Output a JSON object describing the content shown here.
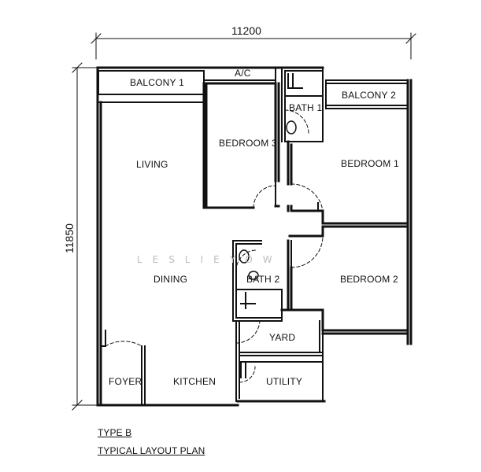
{
  "dimensions": {
    "width_label": "11200",
    "height_label": "11850"
  },
  "rooms": {
    "balcony_1": "BALCONY 1",
    "ac": "A/C",
    "bath_1": "BATH 1",
    "balcony_2": "BALCONY 2",
    "bedroom_3": "BEDROOM 3",
    "living": "LIVING",
    "bedroom_1": "BEDROOM 1",
    "dining": "DINING",
    "bath_2": "BATH 2",
    "bedroom_2": "BEDROOM 2",
    "yard": "YARD",
    "foyer": "FOYER",
    "kitchen": "KITCHEN",
    "utility": "UTILITY"
  },
  "watermark": "LESLIEYOW",
  "caption": {
    "type": "TYPE B",
    "title": "TYPICAL LAYOUT PLAN"
  }
}
